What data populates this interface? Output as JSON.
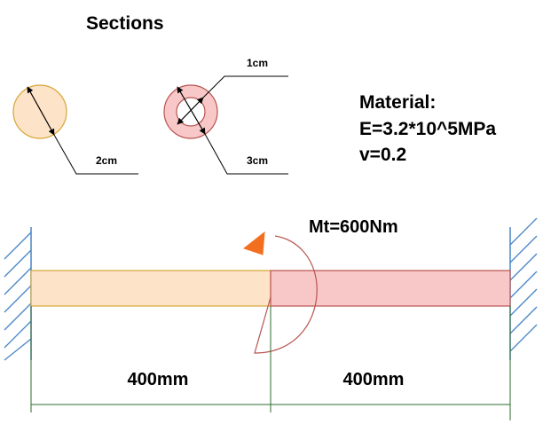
{
  "title": "Sections",
  "sections": {
    "solid": {
      "diameter_label": "2cm",
      "fill": "#fde3c7",
      "stroke": "#d6a636"
    },
    "hollow": {
      "inner_label": "1cm",
      "outer_label": "3cm",
      "fill": "#f8c8c8",
      "stroke": "#b85450"
    }
  },
  "material": {
    "heading": "Material:",
    "modulus": "E=3.2*10^5MPa",
    "poisson": "v=0.2"
  },
  "load": {
    "label": "Mt=600Nm",
    "arrow_color": "#f36f20"
  },
  "spans": [
    {
      "label": "400mm"
    },
    {
      "label": "400mm"
    }
  ],
  "colors": {
    "support_hatch": "#4a86c5",
    "dimension_line": "#2f6b2f"
  }
}
